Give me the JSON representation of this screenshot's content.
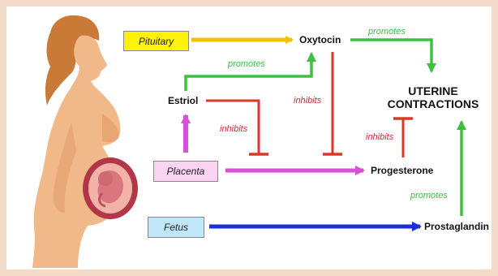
{
  "boxes": {
    "pituitary": "Pituitary",
    "placenta": "Placenta",
    "fetus": "Fetus"
  },
  "nodes": {
    "oxytocin": "Oxytocin",
    "estriol": "Estriol",
    "progesterone": "Progesterone",
    "prostaglandin": "Prostaglandin",
    "uterine_line1": "UTERINE",
    "uterine_line2": "CONTRACTIONS"
  },
  "relations": {
    "estriol_to_oxytocin": "promotes",
    "oxytocin_to_uterine": "promotes",
    "prostaglandin_to_uterine": "promotes",
    "estriol_inhibits": "inhibits",
    "oxytocin_inhibits": "inhibits",
    "progesterone_inhibits": "inhibits"
  },
  "colors": {
    "promotes": "#3fbf3f",
    "inhibits": "#d63a2a",
    "pituitary": "#f2c200",
    "placenta": "#d84fd8",
    "fetus": "#1b2fd6",
    "background": "#f2dcc9"
  }
}
